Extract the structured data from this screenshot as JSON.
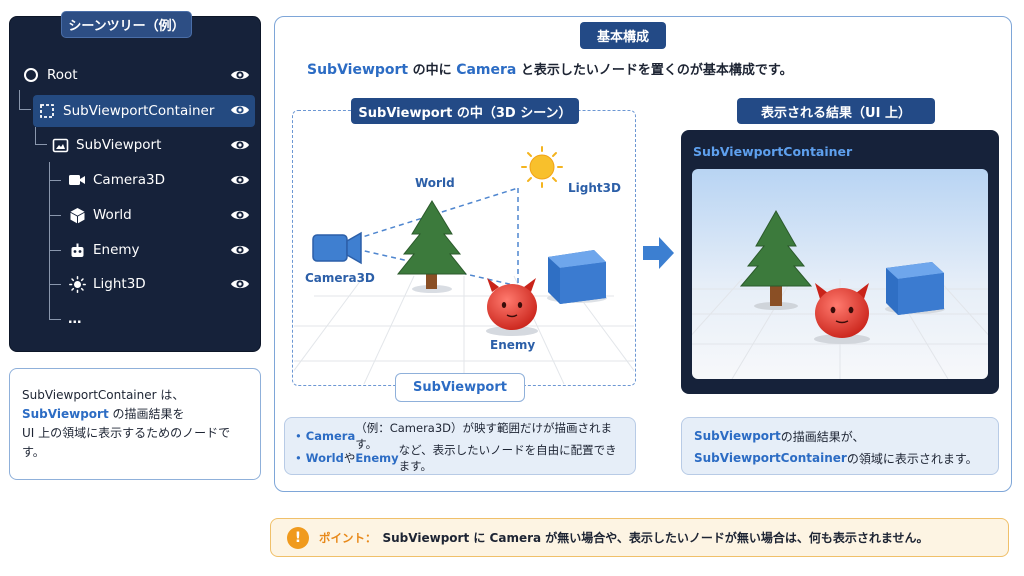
{
  "tree": {
    "title": "シーンツリー（例）",
    "nodes": [
      {
        "label": "Root"
      },
      {
        "label": "SubViewportContainer"
      },
      {
        "label": "SubViewport"
      },
      {
        "label": "Camera3D"
      },
      {
        "label": "World"
      },
      {
        "label": "Enemy"
      },
      {
        "label": "Light3D"
      },
      {
        "label": "…"
      }
    ]
  },
  "left_note": {
    "line1": "SubViewportContainer は、",
    "line2_blue": "SubViewport",
    "line2_rest": " の描画結果を",
    "line3": "UI 上の領域に表示するためのノードです。"
  },
  "main": {
    "header": "基本構成",
    "subtitle": {
      "part1": "SubViewport",
      "part2": " の中に ",
      "part3": "Camera",
      "part4": " と表示したいノードを置くのが基本構成です。"
    },
    "scene_title": "SubViewport の中（3D シーン）",
    "result_title": "表示される結果（UI 上）",
    "scene_labels": {
      "world": "World",
      "light": "Light3D",
      "camera": "Camera3D",
      "enemy": "Enemy",
      "subviewport": "SubViewport"
    },
    "result_container_label": "SubViewportContainer",
    "info_left": {
      "b1_blue": "Camera",
      "b1_rest": "（例：Camera3D）が映す範囲だけが描画されます。",
      "b2_blue1": "World",
      "b2_mid": " や ",
      "b2_blue2": "Enemy",
      "b2_rest": " など、表示したいノードを自由に配置できます。"
    },
    "info_right": {
      "l1_blue": "SubViewport",
      "l1_rest": " の描画結果が、",
      "l2_blue": "SubViewportContainer",
      "l2_rest": " の領域に表示されます。"
    }
  },
  "point": {
    "icon": "!",
    "label": "ポイント：",
    "text": "SubViewport に Camera が無い場合や、表示したいノードが無い場合は、何も表示されません。"
  },
  "colors": {
    "dark_panel": "#16223a",
    "accent_blue": "#2c6cc4",
    "header_pill": "#234a86",
    "point_orange": "#f09a1d"
  }
}
